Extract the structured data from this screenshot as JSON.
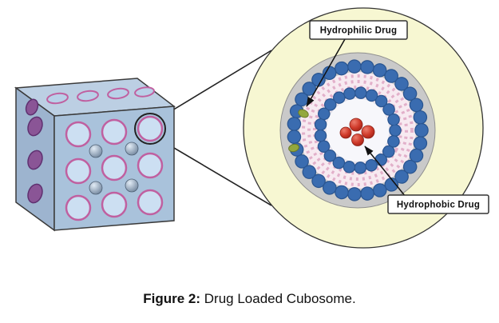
{
  "figure": {
    "caption": {
      "label": "Figure 2:",
      "title": " Drug Loaded Cubosome."
    },
    "annotations": {
      "hydrophilic_label": "Hydrophilic Drug",
      "hydrophobic_label": "Hydrophobic Drug"
    },
    "colors": {
      "background_halo": "#f7f7d2",
      "membrane_gray": "#c9c9c9",
      "lipid_bead_blue": "#3a6cb0",
      "lipid_bead_outline": "#2a5590",
      "hydrophobic_drug_red": "#cf3a2a",
      "hydrophilic_drug_green": "#93a83d",
      "cube_face_blue": "#a9c2db",
      "pore_outline_pink": "#c060a0",
      "pink_interior": "#f7eaf1"
    }
  }
}
